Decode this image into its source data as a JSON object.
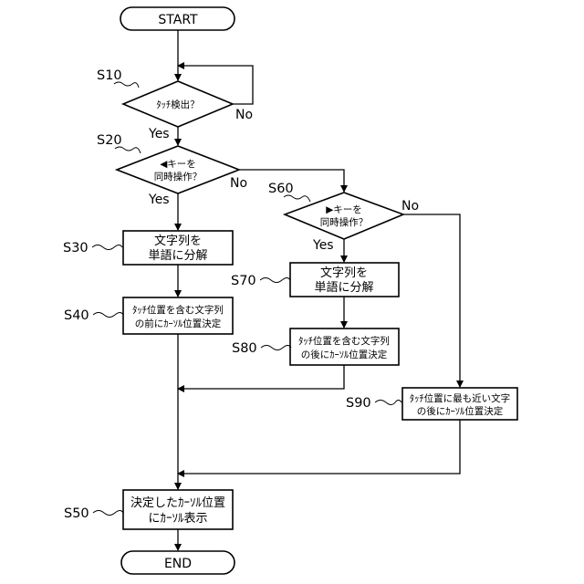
{
  "nodes": {
    "start": {
      "lines": [
        "START"
      ]
    },
    "end": {
      "lines": [
        "END"
      ]
    },
    "s10": {
      "lines": [
        "ﾀｯﾁ検出？"
      ]
    },
    "s20": {
      "lines": [
        "◀キーを",
        "同時操作？"
      ]
    },
    "s60": {
      "lines": [
        "▶キーを",
        "同時操作？"
      ]
    },
    "s30": {
      "lines": [
        "文字列を",
        "単語に分解"
      ]
    },
    "s70": {
      "lines": [
        "文字列を",
        "単語に分解"
      ]
    },
    "s40": {
      "lines": [
        "ﾀｯﾁ位置を含む文字列",
        "の前にｶｰｿﾙ位置決定"
      ]
    },
    "s80": {
      "lines": [
        "ﾀｯﾁ位置を含む文字列",
        "の後にｶｰｿﾙ位置決定"
      ]
    },
    "s90": {
      "lines": [
        "ﾀｯﾁ位置に最も近い文字",
        "の後にｶｰｿﾙ位置決定"
      ]
    },
    "s50": {
      "lines": [
        "決定したｶｰｿﾙ位置",
        "にｶｰｿﾙ表示"
      ]
    }
  },
  "steps": {
    "s10": "S10",
    "s20": "S20",
    "s30": "S30",
    "s40": "S40",
    "s50": "S50",
    "s60": "S60",
    "s70": "S70",
    "s80": "S80",
    "s90": "S90"
  },
  "branch_labels": {
    "s10_yes": "Yes",
    "s10_no": "No",
    "s20_yes": "Yes",
    "s20_no": "No",
    "s60_yes": "Yes",
    "s60_no": "No"
  }
}
